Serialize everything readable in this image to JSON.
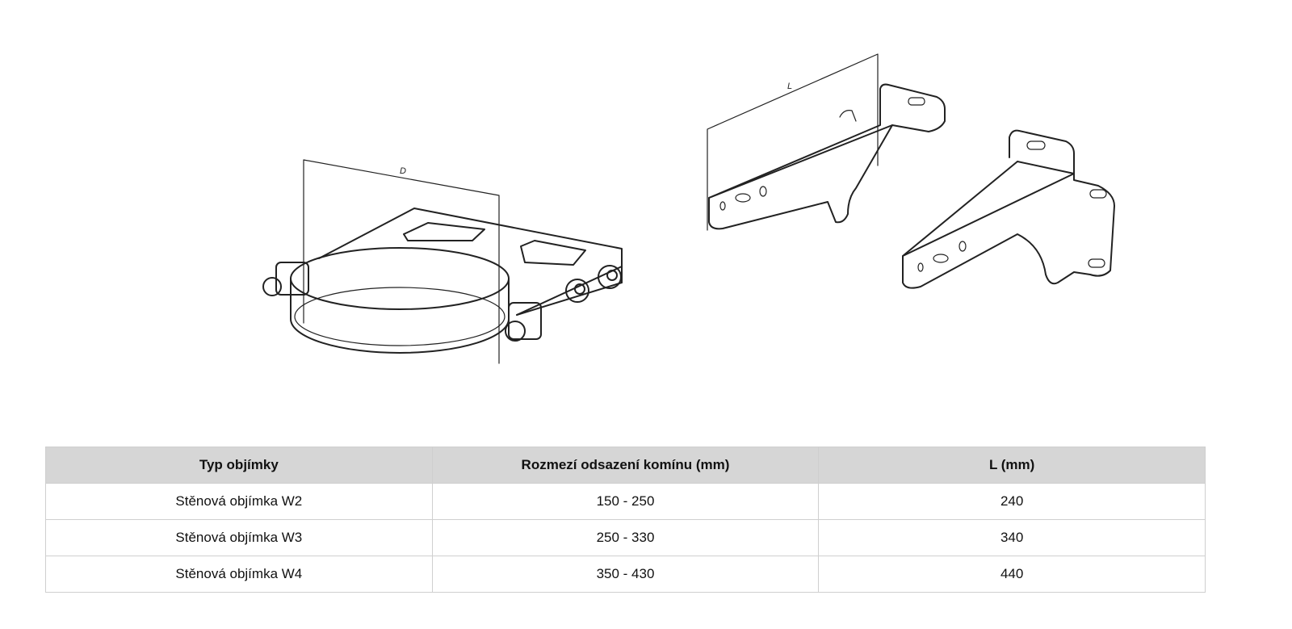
{
  "drawings": {
    "clamp_dimension_label": "D",
    "bracket_dimension_label": "L"
  },
  "table": {
    "headers": [
      "Typ objímky",
      "Rozmezí odsazení komínu (mm)",
      "L (mm)"
    ],
    "rows": [
      [
        "Stěnová objímka W2",
        "150 - 250",
        "240"
      ],
      [
        "Stěnová objímka W3",
        "250 - 330",
        "340"
      ],
      [
        "Stěnová objímka W4",
        "350 - 430",
        "440"
      ]
    ]
  }
}
